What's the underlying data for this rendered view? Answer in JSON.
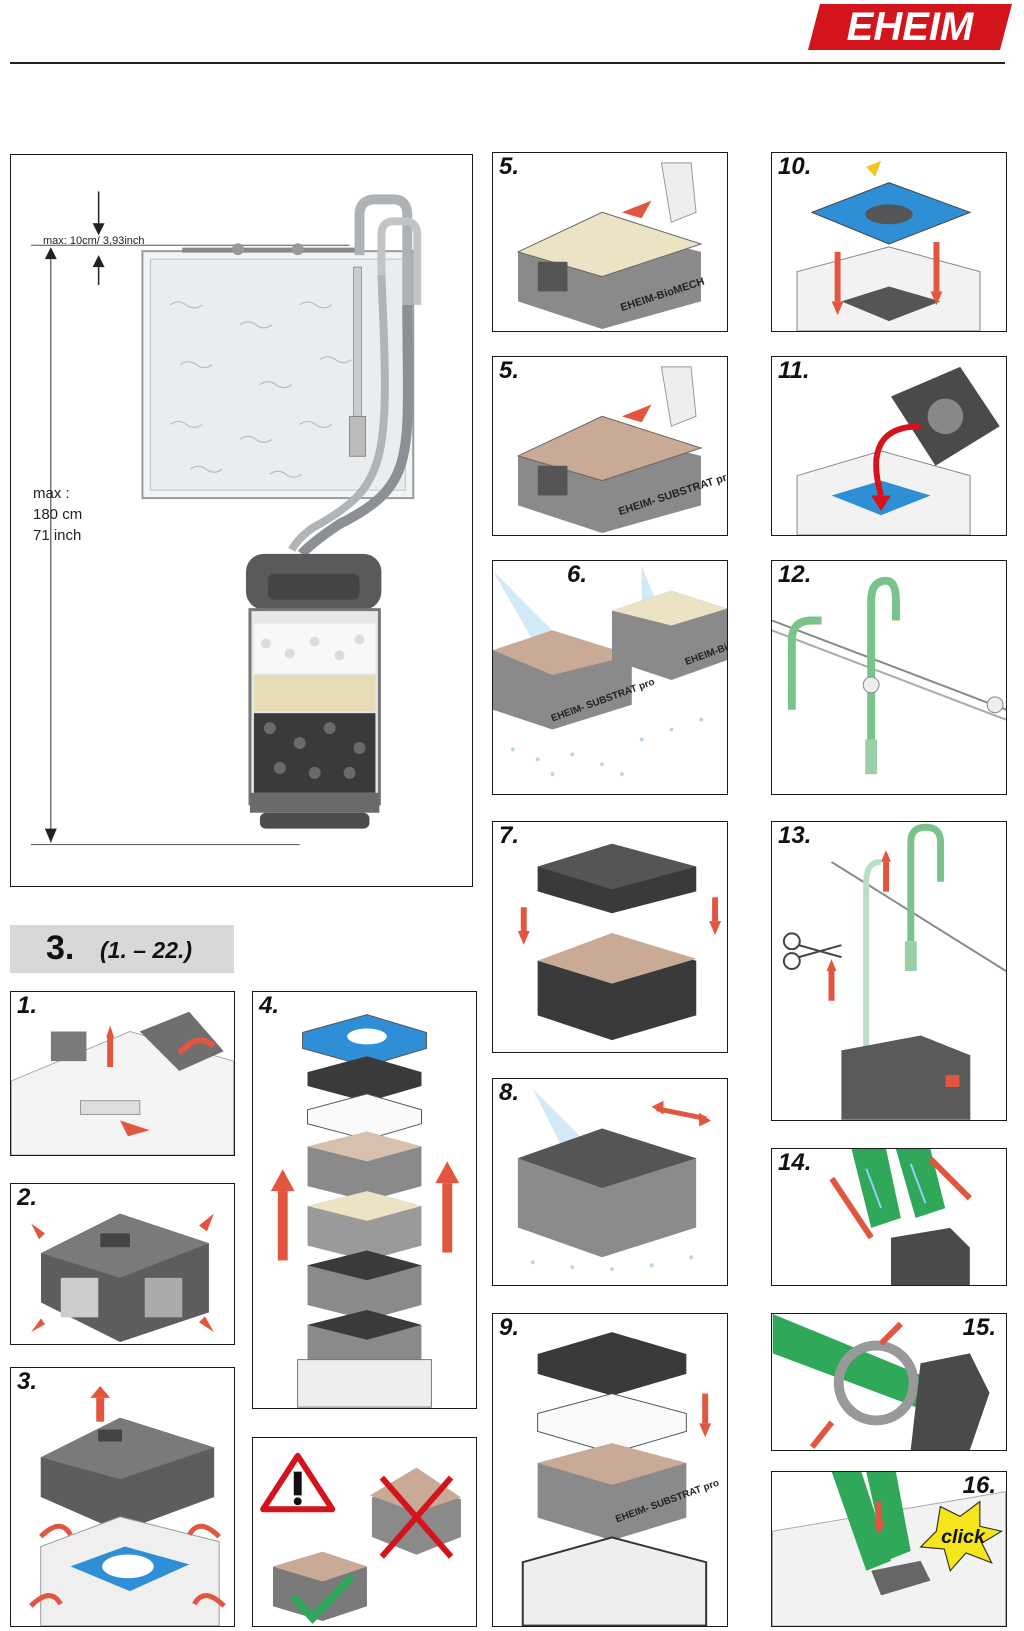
{
  "brand": {
    "logo_text": "EHEIM",
    "color": "#d4141c"
  },
  "overview": {
    "max_height_label": "max: 10cm/ 3,93inch",
    "max_depth_lines": [
      "max :",
      "180 cm",
      "71 inch"
    ]
  },
  "section": {
    "number": "3.",
    "range": "(1. – 22.)"
  },
  "steps": [
    {
      "id": "1",
      "label": "1."
    },
    {
      "id": "2",
      "label": "2."
    },
    {
      "id": "3",
      "label": "3."
    },
    {
      "id": "4",
      "label": "4."
    },
    {
      "id": "5a",
      "label": "5.",
      "tray_text": "EHEIM-BioMECH"
    },
    {
      "id": "5b",
      "label": "5.",
      "tray_text": "EHEIM- SUBSTRAT pro"
    },
    {
      "id": "6",
      "label": "6.",
      "tray_text_left": "EHEIM- SUBSTRAT pro",
      "tray_text_right": "EHEIM-BioME"
    },
    {
      "id": "7",
      "label": "7."
    },
    {
      "id": "8",
      "label": "8."
    },
    {
      "id": "9",
      "label": "9.",
      "tray_text": "EHEIM- SUBSTRAT pro"
    },
    {
      "id": "10",
      "label": "10."
    },
    {
      "id": "11",
      "label": "11."
    },
    {
      "id": "12",
      "label": "12."
    },
    {
      "id": "13",
      "label": "13."
    },
    {
      "id": "14",
      "label": "14."
    },
    {
      "id": "15",
      "label": "15."
    },
    {
      "id": "16",
      "label": "16.",
      "callout": "click"
    }
  ],
  "colors": {
    "arrow": "#e2553e",
    "blue_part": "#2e8fd6",
    "grey_body": "#5a5a5a",
    "hose_green": "#2fa85a"
  }
}
